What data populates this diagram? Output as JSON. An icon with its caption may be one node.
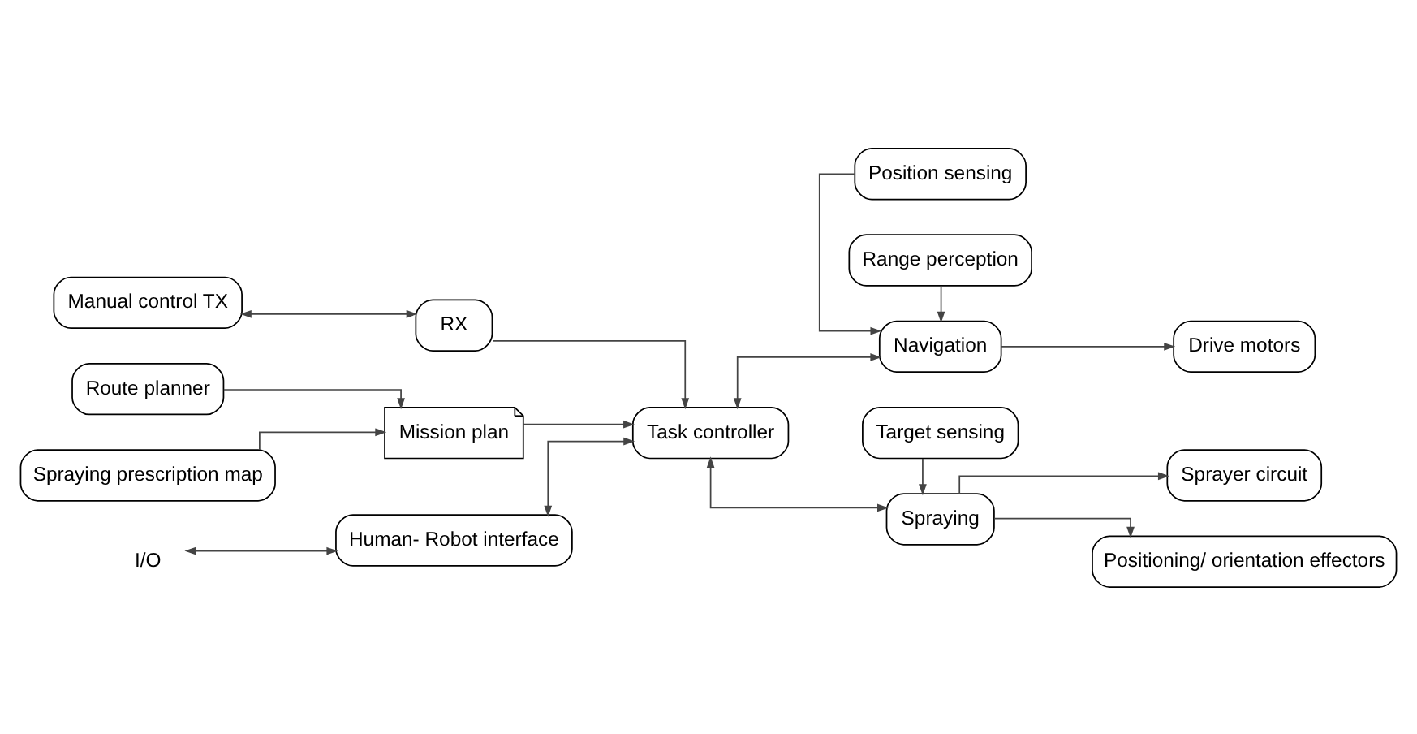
{
  "diagram": {
    "nodes": [
      {
        "text": [
          "Manual control TX"
        ]
      },
      {
        "text": [
          "RX"
        ]
      },
      {
        "text": [
          "Position sensing"
        ]
      },
      {
        "text": [
          "Range perception"
        ]
      },
      {
        "text": [
          "Route planner"
        ]
      },
      {
        "text": [
          "Mission plan"
        ]
      },
      {
        "text": [
          "Spraying prescription map"
        ]
      },
      {
        "text": [
          "Task controller"
        ]
      },
      {
        "text": [
          "Navigation"
        ]
      },
      {
        "text": [
          "Drive motors"
        ]
      },
      {
        "text": [
          "Sprayer circuit"
        ]
      },
      {
        "text": [
          "Spraying"
        ]
      },
      {
        "text": [
          "Positioning/ orientation effectors"
        ]
      },
      {
        "text": [
          "I/O"
        ]
      },
      {
        "text": [
          "Human- Robot interface"
        ]
      },
      {
        "text": [
          "Target sensing"
        ]
      }
    ],
    "edges": [
      {
        "from": 0,
        "to": 1,
        "arrow": "both"
      },
      {
        "from": 1,
        "to": 7,
        "arrow": "to"
      },
      {
        "from": 2,
        "to": 8,
        "arrow": "to"
      },
      {
        "from": 3,
        "to": 8,
        "arrow": "to"
      },
      {
        "from": 4,
        "to": 5,
        "arrow": "to"
      },
      {
        "from": 6,
        "to": 5,
        "arrow": "to"
      },
      {
        "from": 5,
        "to": 7,
        "arrow": "to"
      },
      {
        "from": 7,
        "to": 8,
        "arrow": "both"
      },
      {
        "from": 7,
        "to": 11,
        "arrow": "both"
      },
      {
        "from": 8,
        "to": 9,
        "arrow": "to"
      },
      {
        "from": 11,
        "to": 10,
        "arrow": "to"
      },
      {
        "from": 11,
        "to": 12,
        "arrow": "to"
      },
      {
        "from": 15,
        "to": 11,
        "arrow": "to"
      },
      {
        "from": 13,
        "to": 14,
        "arrow": "both"
      },
      {
        "from": 7,
        "to": 14,
        "arrow": "both"
      }
    ]
  }
}
